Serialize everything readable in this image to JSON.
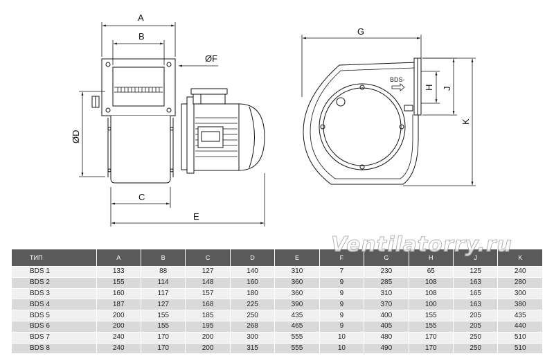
{
  "dimensions": {
    "A": "A",
    "B": "B",
    "C": "C",
    "D": "ØD",
    "E": "E",
    "F": "ØF",
    "G": "G",
    "H": "H",
    "J": "J",
    "K": "K"
  },
  "outlet_label": "BDS-",
  "watermark": "Ventilatorry.ru",
  "table": {
    "headers": [
      "ТИП",
      "A",
      "B",
      "C",
      "D",
      "E",
      "F",
      "G",
      "H",
      "J",
      "K"
    ],
    "rows": [
      [
        "BDS 1",
        "133",
        "88",
        "127",
        "140",
        "310",
        "7",
        "230",
        "65",
        "125",
        "240"
      ],
      [
        "BDS 2",
        "155",
        "114",
        "148",
        "160",
        "360",
        "9",
        "285",
        "108",
        "163",
        "280"
      ],
      [
        "BDS 3",
        "160",
        "117",
        "157",
        "180",
        "360",
        "9",
        "310",
        "108",
        "165",
        "300"
      ],
      [
        "BDS 4",
        "187",
        "127",
        "168",
        "225",
        "390",
        "9",
        "370",
        "100",
        "163",
        "380"
      ],
      [
        "BDS 5",
        "200",
        "155",
        "185",
        "250",
        "435",
        "9",
        "400",
        "155",
        "205",
        "435"
      ],
      [
        "BDS 6",
        "200",
        "155",
        "195",
        "268",
        "465",
        "9",
        "405",
        "155",
        "205",
        "440"
      ],
      [
        "BDS 7",
        "240",
        "170",
        "200",
        "300",
        "555",
        "10",
        "480",
        "170",
        "250",
        "510"
      ],
      [
        "BDS 8",
        "240",
        "170",
        "200",
        "315",
        "555",
        "10",
        "490",
        "170",
        "250",
        "510"
      ]
    ]
  }
}
